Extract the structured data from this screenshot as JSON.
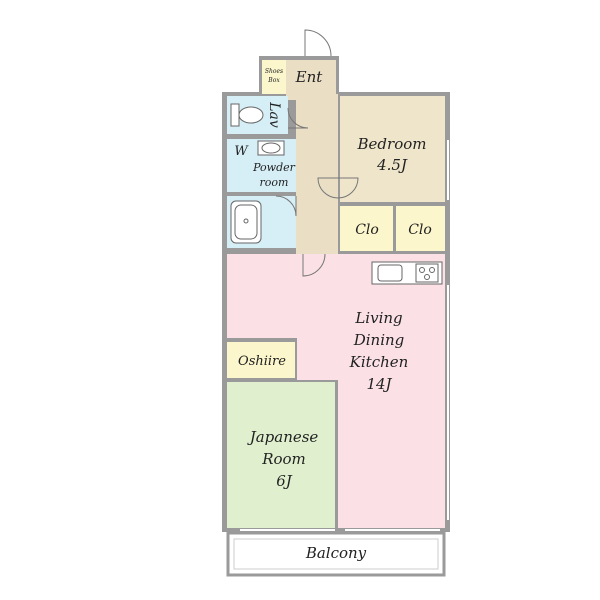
{
  "rooms": {
    "entrance": "Ent",
    "shoe_box": [
      "Shoes",
      "Box"
    ],
    "lavatory": "Lav",
    "washer": "W",
    "powder_room": [
      "Powder",
      "room"
    ],
    "bedroom": [
      "Bedroom",
      "4.5J"
    ],
    "closet_1": "Clo",
    "closet_2": "Clo",
    "oshiire": "Oshiire",
    "ldk": [
      "Living",
      "Dining",
      "Kitchen",
      "14J"
    ],
    "japanese_room": [
      "Japanese",
      "Room",
      "6J"
    ],
    "balcony": "Balcony"
  },
  "colors": {
    "hall": "#eadfc5",
    "bedroom": "#efe5cb",
    "closet": "#fbf6cc",
    "wet_area": "#d6eef6",
    "ldk": "#fbe1e6",
    "japanese_room": "#e0f0cf",
    "balcony": "#ffffff",
    "wall": "#9a9a9a"
  }
}
